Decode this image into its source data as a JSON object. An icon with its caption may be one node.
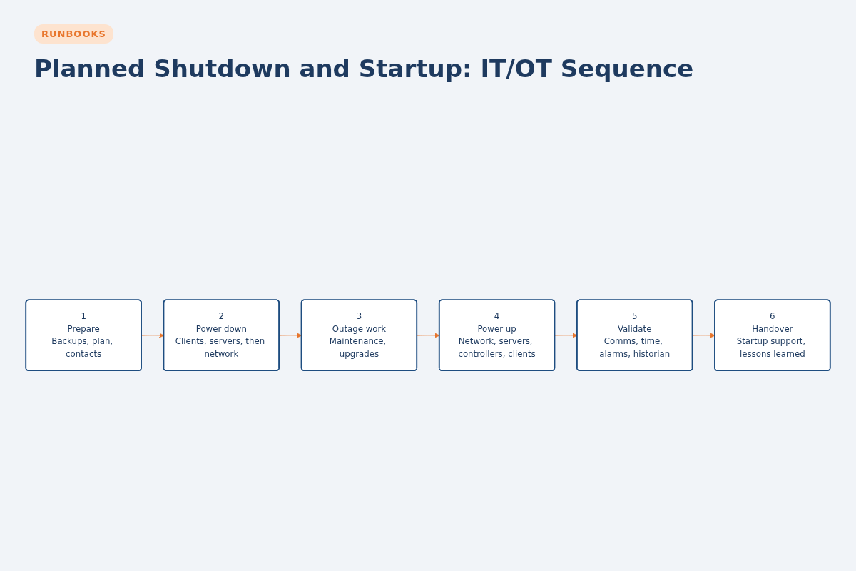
{
  "diagram": {
    "title": "Planned Shutdown and Startup: IT/OT Sequence",
    "nodes": [
      {
        "text": [
          "1",
          "Prepare",
          "Backups, plan, contacts"
        ]
      },
      {
        "text": [
          "2",
          "Power down",
          "Clients, servers, then network"
        ]
      },
      {
        "text": [
          "3",
          "Outage work",
          "Maintenance, upgrades"
        ]
      },
      {
        "text": [
          "4",
          "Power up",
          "Network, servers, controllers, clients"
        ]
      },
      {
        "text": [
          "5",
          "Validate",
          "Comms, time, alarms, historian"
        ]
      },
      {
        "text": [
          "6",
          "Handover",
          "Startup support, lessons learned"
        ]
      }
    ],
    "edges": [
      {
        "from": 0,
        "to": 1,
        "arrow": "to"
      },
      {
        "from": 1,
        "to": 2,
        "arrow": "to"
      },
      {
        "from": 2,
        "to": 3,
        "arrow": "to"
      },
      {
        "from": 3,
        "to": 4,
        "arrow": "to"
      },
      {
        "from": 4,
        "to": 5,
        "arrow": "to"
      }
    ],
    "labels": [
      "RUNBOOKS"
    ]
  }
}
